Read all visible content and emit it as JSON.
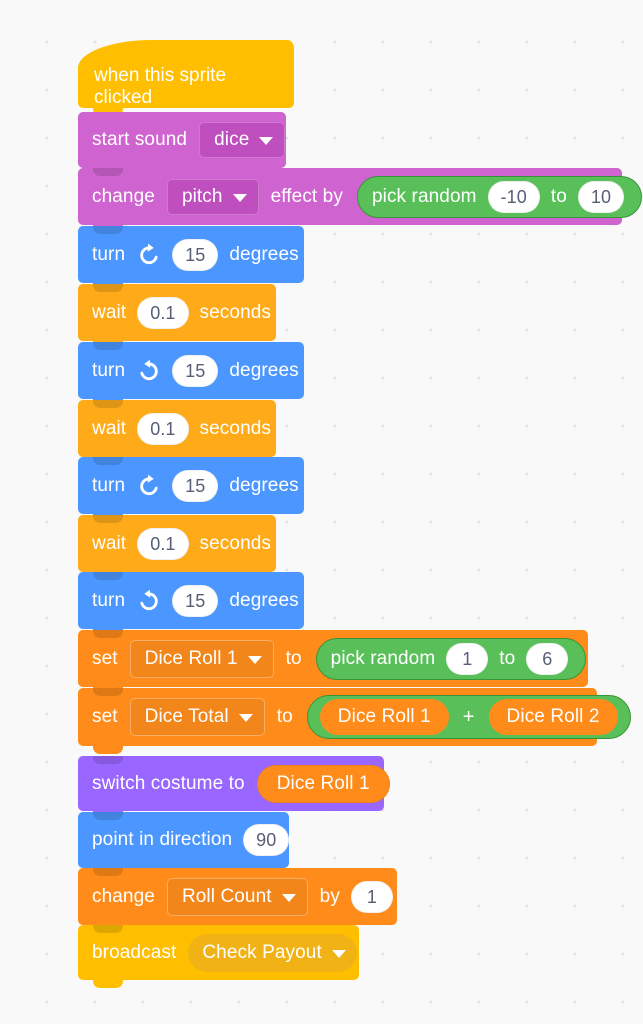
{
  "canvas": {
    "background_color": "#f9f9f9",
    "dot_color": "#e4e2e8"
  },
  "palette": {
    "events": "#ffbf00",
    "sound": "#cf63cf",
    "motion": "#4c97ff",
    "control": "#ffab19",
    "variables": "#ff8c1a",
    "looks": "#9966ff",
    "operators": "#59c059"
  },
  "script": {
    "hat": {
      "label": "when this sprite clicked"
    },
    "blocks": [
      {
        "id": "start-sound",
        "label": "start sound",
        "dropdown_value": "dice"
      },
      {
        "id": "change-effect",
        "label_1": "change",
        "dropdown_value": "pitch",
        "label_2": "effect by",
        "operator": {
          "name": "pick random",
          "from": "-10",
          "to_label": "to",
          "to": "10"
        }
      },
      {
        "id": "turn-cw-1",
        "label_1": "turn",
        "icon": "turn-clockwise-icon",
        "value": "15",
        "label_2": "degrees"
      },
      {
        "id": "wait-1",
        "label_1": "wait",
        "value": "0.1",
        "label_2": "seconds"
      },
      {
        "id": "turn-ccw-1",
        "label_1": "turn",
        "icon": "turn-counterclockwise-icon",
        "value": "15",
        "label_2": "degrees"
      },
      {
        "id": "wait-2",
        "label_1": "wait",
        "value": "0.1",
        "label_2": "seconds"
      },
      {
        "id": "turn-cw-2",
        "label_1": "turn",
        "icon": "turn-clockwise-icon",
        "value": "15",
        "label_2": "degrees"
      },
      {
        "id": "wait-3",
        "label_1": "wait",
        "value": "0.1",
        "label_2": "seconds"
      },
      {
        "id": "turn-ccw-2",
        "label_1": "turn",
        "icon": "turn-counterclockwise-icon",
        "value": "15",
        "label_2": "degrees"
      },
      {
        "id": "set-dice-roll-1",
        "label_1": "set",
        "dropdown_value": "Dice Roll 1",
        "label_2": "to",
        "operator": {
          "name": "pick random",
          "from": "1",
          "to_label": "to",
          "to": "6"
        }
      },
      {
        "id": "set-dice-total",
        "label_1": "set",
        "dropdown_value": "Dice Total",
        "label_2": "to",
        "operator": {
          "operand_a": "Dice Roll 1",
          "operator_symbol": "+",
          "operand_b": "Dice Roll 2"
        }
      },
      {
        "id": "switch-costume",
        "label_1": "switch costume to",
        "variable": "Dice Roll 1"
      },
      {
        "id": "point-in-direction",
        "label_1": "point in direction",
        "value": "90"
      },
      {
        "id": "change-variable",
        "label_1": "change",
        "dropdown_value": "Roll Count",
        "label_2": "by",
        "value": "1"
      },
      {
        "id": "broadcast",
        "label_1": "broadcast",
        "dropdown_value": "Check Payout"
      }
    ]
  }
}
